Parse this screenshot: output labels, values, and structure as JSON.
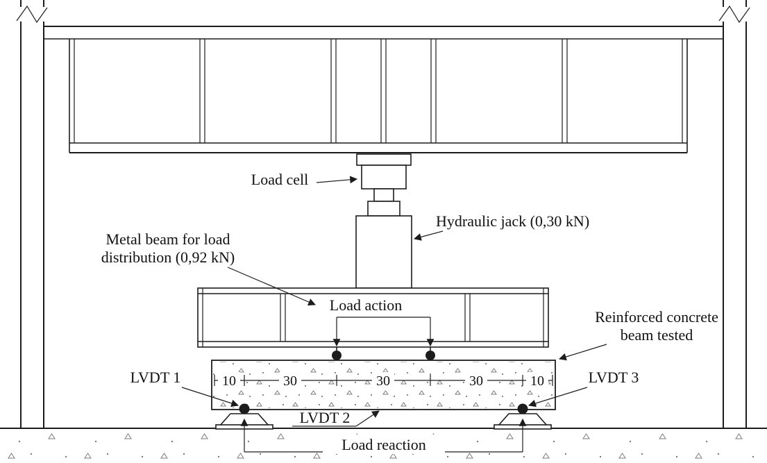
{
  "diagram": {
    "type": "technical-drawing",
    "title": "Reinforced concrete beam load test setup",
    "labels": {
      "load_cell": "Load cell",
      "hydraulic_jack": "Hydraulic jack (0,30 kN)",
      "metal_beam_line1": "Metal beam for load",
      "metal_beam_line2": "distribution (0,92 kN)",
      "load_action": "Load action",
      "rc_beam_line1": "Reinforced concrete",
      "rc_beam_line2": "beam tested",
      "lvdt_1": "LVDT 1",
      "lvdt_2": "LVDT 2",
      "lvdt_3": "LVDT 3",
      "load_reaction": "Load reaction"
    },
    "dimensions": {
      "segments": [
        "10",
        "30",
        "30",
        "30",
        "10"
      ]
    },
    "colors": {
      "line": "#1c1c1c",
      "background": "#ffffff",
      "stipple": "#7a7a7a"
    }
  }
}
